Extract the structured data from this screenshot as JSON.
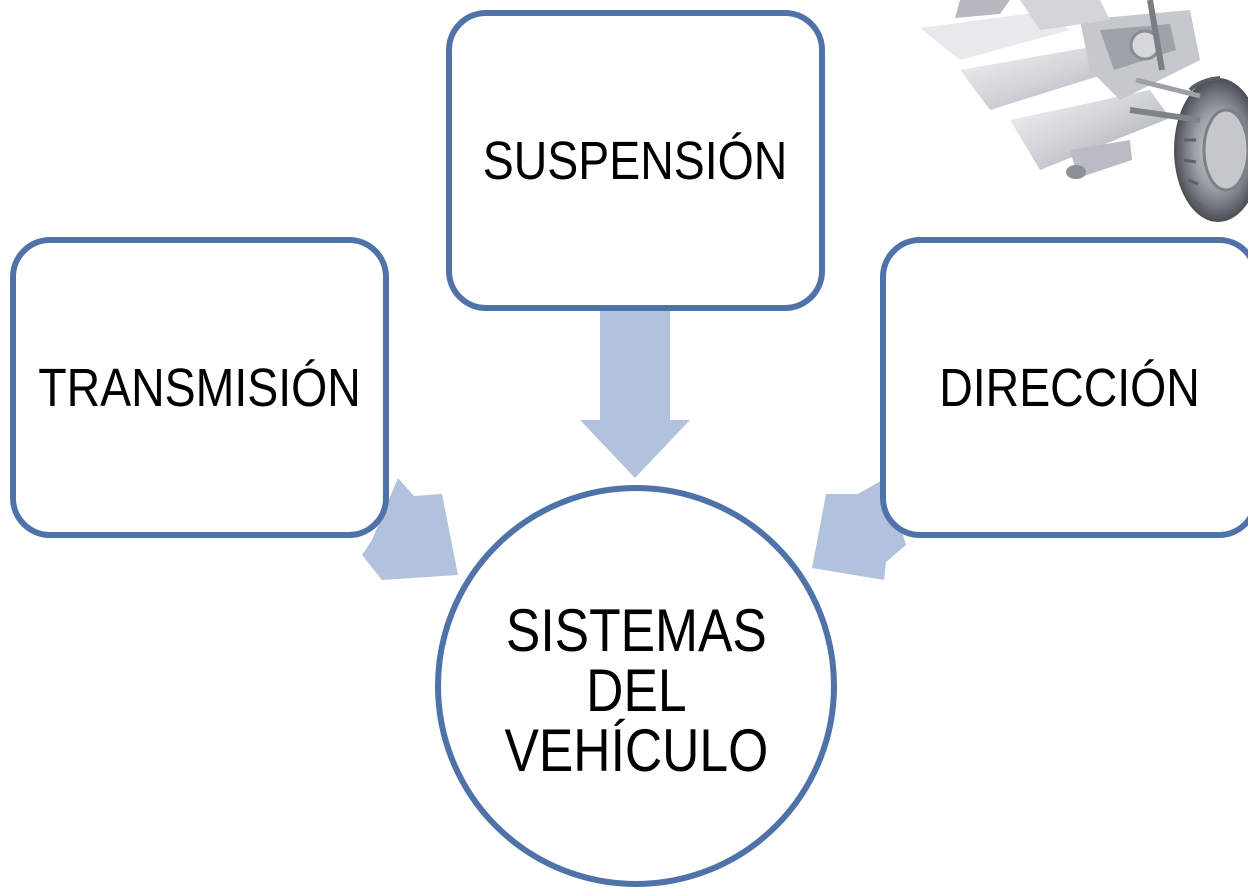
{
  "diagram": {
    "center": {
      "label": "SISTEMAS\nDEL\nVEHÍCULO"
    },
    "nodes": [
      {
        "id": "suspension",
        "label": "SUSPENSIÓN"
      },
      {
        "id": "transmision",
        "label": "TRANSMISIÓN"
      },
      {
        "id": "direccion",
        "label": "DIRECCIÓN"
      }
    ]
  },
  "colors": {
    "border": "#4f73a8",
    "arrow": "#b2c2dd",
    "text": "#000000",
    "background": "#ffffff"
  },
  "image": {
    "subject": "car-chassis-suspension-illustration"
  }
}
